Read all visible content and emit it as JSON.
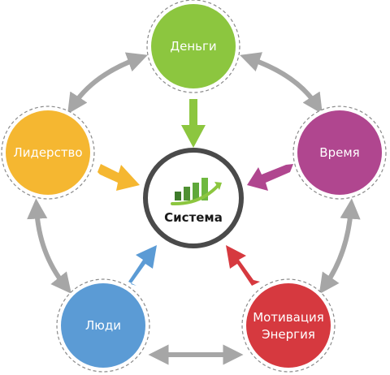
{
  "center": {
    "label": "Система",
    "icon": "growth-chart-icon",
    "ring_color": "#4a4a4a",
    "bar_colors": [
      "#3d7a2a",
      "#5fa83a",
      "#8cc63f"
    ]
  },
  "nodes": {
    "money": {
      "label": "Деньги",
      "color": "#8cc63f",
      "arrow_color": "#8cc63f"
    },
    "time": {
      "label": "Время",
      "color": "#b0468f",
      "arrow_color": "#b0468f"
    },
    "motivation": {
      "label_line1": "Мотивация",
      "label_line2": "Энергия",
      "color": "#d6393f",
      "arrow_color": "#d6393f"
    },
    "people": {
      "label": "Люди",
      "color": "#5b9bd5",
      "arrow_color": "#5b9bd5"
    },
    "leadership": {
      "label": "Лидерство",
      "color": "#f5b731",
      "arrow_color": "#f5b731"
    }
  },
  "cycle_arrow_color": "#a6a6a6"
}
